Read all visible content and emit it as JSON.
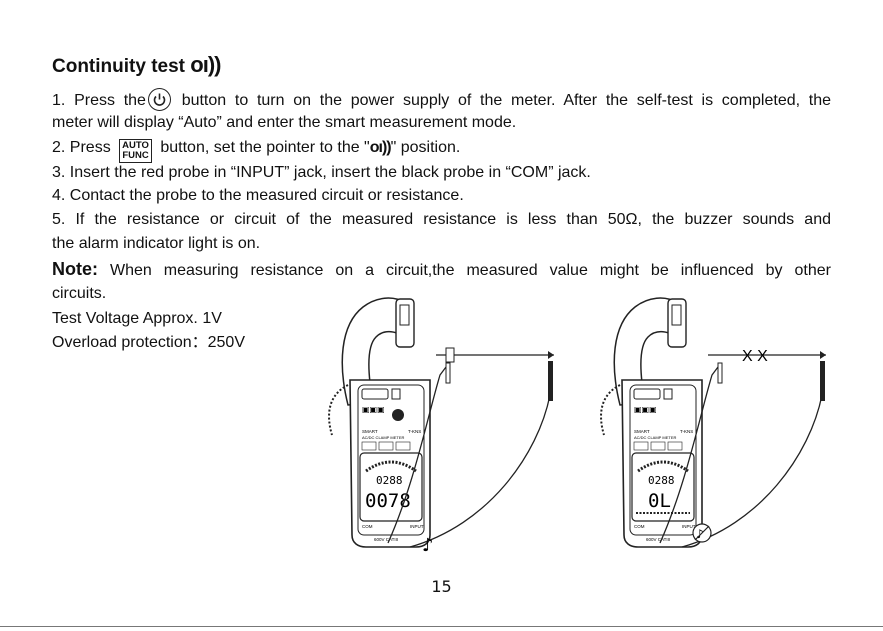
{
  "heading": {
    "text": "Continuity test",
    "symbol": "oı))"
  },
  "steps": [
    {
      "num": "1.",
      "line1": "Press the",
      "line1b": "button to turn on the power supply of the meter. After the self-test is completed, the",
      "line2": "meter will display “Auto” and enter the smart measurement mode."
    },
    {
      "num": "2.",
      "pre": "Press",
      "button_top": "AUTO",
      "button_bottom": "FUNC",
      "mid": "button, set the pointer to the \"",
      "symbol": "oı))",
      "post": "\" position."
    },
    {
      "num": "3.",
      "text": "Insert the red probe in “INPUT” jack, insert the black probe in “COM” jack."
    },
    {
      "num": "4.",
      "text": "Contact the probe to the measured circuit or resistance."
    },
    {
      "num": "5.",
      "line1": "If the resistance or circuit of the measured resistance is less than 50Ω, the buzzer sounds and",
      "line2": "the alarm indicator light is on."
    }
  ],
  "note": {
    "label": "Note:",
    "line1": "When measuring resistance on a circuit,the measured value might be influenced by other",
    "line2": "circuits."
  },
  "specs": {
    "voltage": "Test Voltage Approx. 1V",
    "overload": "Overload protection：250V"
  },
  "figures": {
    "left": {
      "top_reading": "0288",
      "main_reading": "0078",
      "brand": "SMART",
      "model": "T-KNS",
      "subtitle": "AC/DC CLAMP METER",
      "jack_com": "COM",
      "jack_input": "INPUT",
      "cat": "600V CATIII"
    },
    "right": {
      "top_reading": "0288",
      "main_reading": "0L",
      "brand": "SMART",
      "model": "T-KNS",
      "subtitle": "AC/DC CLAMP METER",
      "jack_com": "COM",
      "jack_input": "INPUT",
      "cat": "600V CATIII",
      "break_mark": "X X"
    }
  },
  "page_number": "15"
}
